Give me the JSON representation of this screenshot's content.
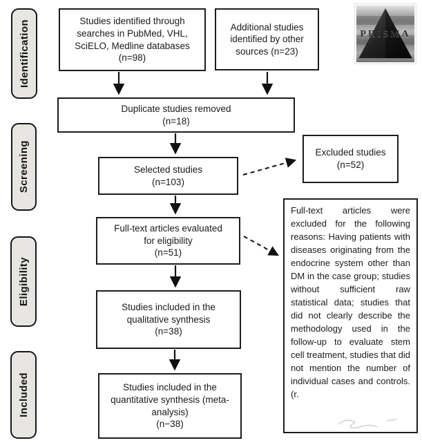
{
  "sidebar": {
    "items": [
      {
        "label": "Identification"
      },
      {
        "label": "Screening"
      },
      {
        "label": "Eligibility"
      },
      {
        "label": "Included"
      }
    ]
  },
  "boxes": {
    "identified": {
      "text": "Studies identified through\nsearches in PubMed, VHL,\nSciELO, Medline databases\n(n=98)"
    },
    "additional": {
      "text": "Additional studies\nidentified by other\nsources (n=23)"
    },
    "duplicates": {
      "text": "Duplicate studies removed\n(n=18)"
    },
    "selected": {
      "text": "Selected studies\n(n=103)"
    },
    "excluded": {
      "text": "Excluded studies\n(n=52)"
    },
    "fulltext": {
      "text": "Full-text articles evaluated\nfor eligibility\n(n=51)"
    },
    "qualitative": {
      "text": "Studies included in the\nqualitative synthesis\n(n=38)"
    },
    "quantitative": {
      "text": "Studies included in the\nquantitative synthesis (meta-\nanalysis)\n(n−38)"
    },
    "exclusion_reasons": {
      "text": "Full-text articles were excluded for the following reasons: Having patients with diseases originating from the endocrine system other than DM in the case group; studies without sufficient raw statistical data; studies that did not clearly describe the methodology used in the follow-up to evaluate stem cell treatment, studies that did not mention the number of individual cases and controls. (r."
    }
  },
  "logo": {
    "text": "PRISMA"
  },
  "colors": {
    "box_border": "#1c1c1c",
    "stage_fill": "#e9e8e5",
    "arrow": "#111111"
  }
}
